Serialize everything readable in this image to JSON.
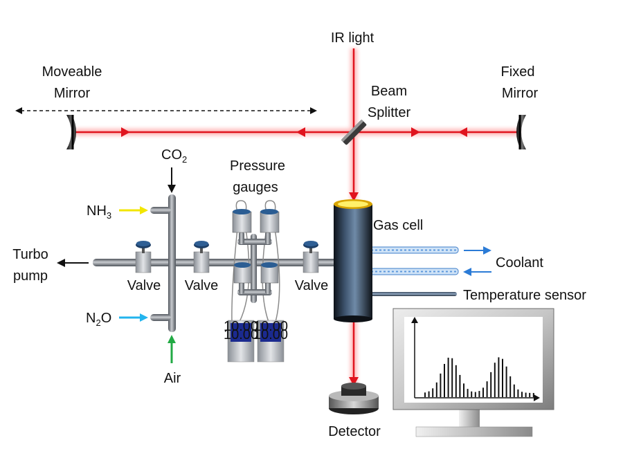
{
  "labels": {
    "ir_light": "IR light",
    "moveable_mirror_1": "Moveable",
    "moveable_mirror_2": "Mirror",
    "beam_splitter_1": "Beam",
    "beam_splitter_2": "Splitter",
    "fixed_mirror_1": "Fixed",
    "fixed_mirror_2": "Mirror",
    "co2_main": "CO",
    "co2_sub": "2",
    "nh3_main": "NH",
    "nh3_sub": "3",
    "n2o_n": "N",
    "n2o_sub": "2",
    "n2o_o": "O",
    "air": "Air",
    "pressure_gauges_1": "Pressure",
    "pressure_gauges_2": "gauges",
    "gas_cell": "Gas cell",
    "turbo_pump_1": "Turbo",
    "turbo_pump_2": "pump",
    "valve_1": "Valve",
    "valve_2": "Valve",
    "valve_3": "Valve",
    "coolant": "Coolant",
    "temperature_sensor": "Temperature sensor",
    "detector": "Detector",
    "gauge_reading": "10.00"
  },
  "colors": {
    "beam": "#e0141e",
    "nh3_arrow": "#f2e600",
    "n2o_arrow": "#22b4ee",
    "air_arrow": "#22aa44",
    "coolant_arrow": "#2b7bd6",
    "pipe": "#7a7f86",
    "cell_body": "#2b3a4d",
    "valve_knob": "#1e3f66"
  },
  "icons": [
    "mirror-icon",
    "beam-splitter-icon",
    "valve-icon",
    "pressure-gauge-icon",
    "gauge-display-icon",
    "gas-cell-icon",
    "detector-icon",
    "monitor-icon",
    "spectrum-icon"
  ]
}
